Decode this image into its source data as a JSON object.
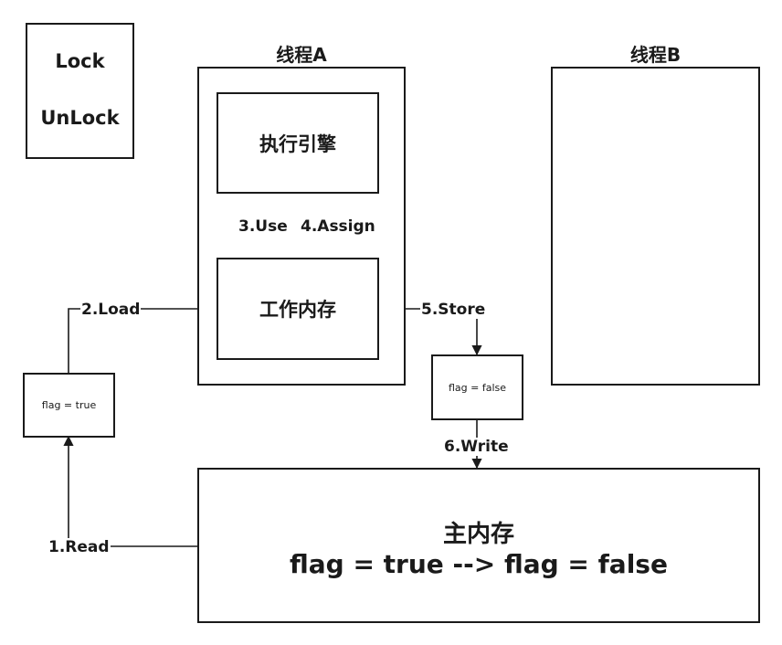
{
  "legend": {
    "lock": "Lock",
    "unlock": "UnLock"
  },
  "thread_a": {
    "title": "线程A",
    "engine": "执行引擎",
    "work_memory": "工作内存"
  },
  "thread_b": {
    "title": "线程B"
  },
  "operations": {
    "read": "1.Read",
    "load": "2.Load",
    "use": "3.Use",
    "assign": "4.Assign",
    "store": "5.Store",
    "write": "6.Write"
  },
  "values": {
    "flag_true": "flag = true",
    "flag_false": "flag = false"
  },
  "main_memory": {
    "title": "主内存",
    "change": "flag = true --> flag = false"
  },
  "colors": {
    "stroke": "#1a1a1a",
    "background": "#ffffff"
  }
}
